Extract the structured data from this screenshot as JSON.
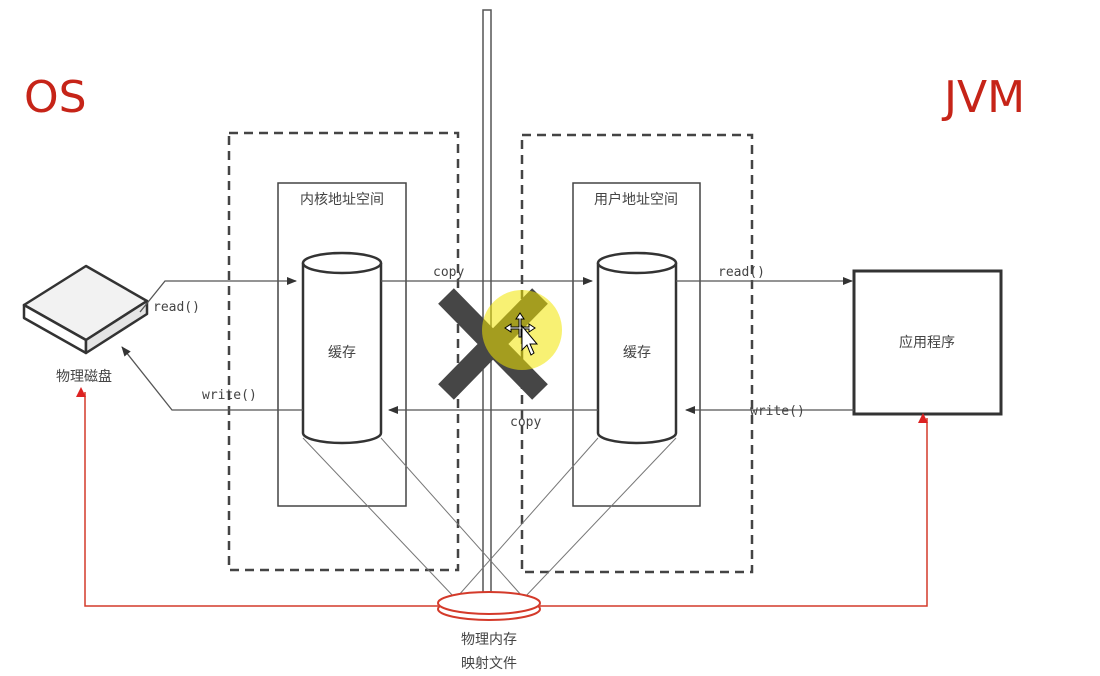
{
  "labels": {
    "os": "OS",
    "jvm": "JVM",
    "kernel_space": "内核地址空间",
    "user_space": "用户地址空间",
    "kernel_cache": "缓存",
    "user_cache": "缓存",
    "disk": "物理磁盘",
    "app": "应用程序",
    "mmap_line1": "物理内存",
    "mmap_line2": "映射文件",
    "read_disk": "read()",
    "write_disk": "write()",
    "copy_top": "copy",
    "copy_bottom": "copy",
    "read_app": "read()",
    "write_app": "write()"
  },
  "colors": {
    "accent": "#c62418",
    "line": "#444444",
    "highlight": "#f2e600"
  }
}
